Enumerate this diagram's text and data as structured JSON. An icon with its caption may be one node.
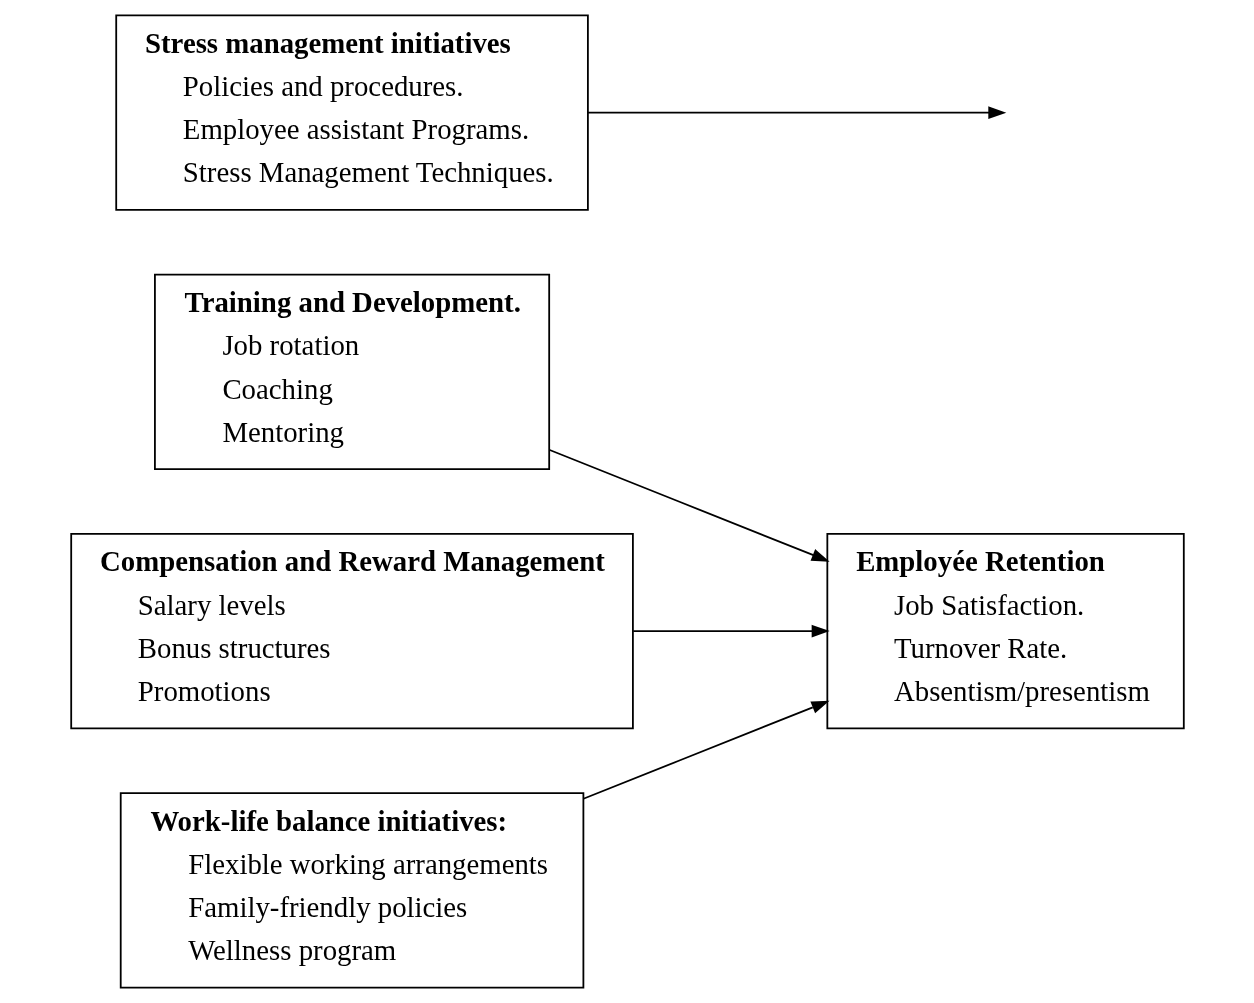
{
  "diagram": {
    "nodes": [
      {
        "text": [
          "Training and Development.",
          "Job rotation",
          "Coaching",
          "Mentoring"
        ]
      },
      {
        "text": [
          "Compensation and Reward Management",
          "Salary levels",
          "Bonus structures",
          "Promotions"
        ]
      },
      {
        "text": [
          "Work-life balance initiatives:",
          "Flexible working arrangements",
          "Family-friendly policies",
          "Wellness program"
        ]
      },
      {
        "text": [
          "Stress management initiatives",
          "Policies and procedures.",
          "Employee assistant Programs.",
          "Stress Management Techniques."
        ]
      },
      {
        "text": [
          "Employée Retention",
          "Job Satisfaction.",
          "Turnover Rate.",
          "Absentism/presentism"
        ]
      }
    ],
    "edges": [
      {
        "from": 0,
        "to": 4,
        "arrow": "to"
      },
      {
        "from": 1,
        "to": 4,
        "arrow": "to"
      },
      {
        "from": 2,
        "to": 4,
        "arrow": "to"
      },
      {
        "from": 3,
        "to": null,
        "arrow": "to"
      }
    ]
  }
}
